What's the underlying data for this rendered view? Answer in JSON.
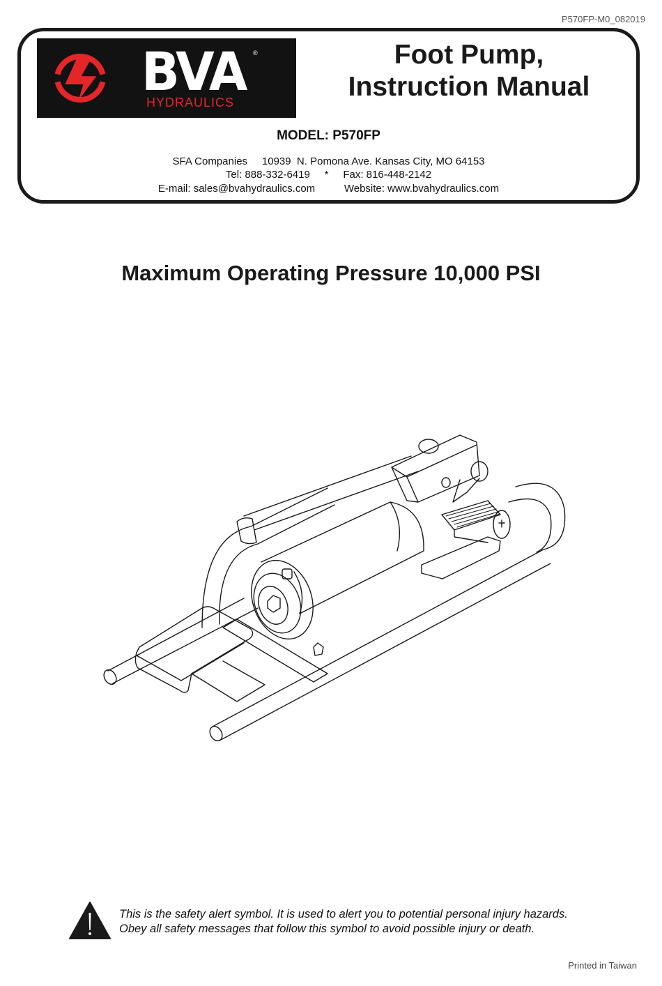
{
  "document": {
    "code": "P570FP-M0_082019",
    "footer": "Printed in Taiwan"
  },
  "logo": {
    "brand": "BVA",
    "registered_mark": "®",
    "subtitle": "HYDRAULICS",
    "icon": "lightning-bolt-circle-icon",
    "colors": {
      "background": "#121212",
      "accent": "#e4262a",
      "text": "#ffffff"
    }
  },
  "header": {
    "title_line1": "Foot Pump,",
    "title_line2": "Instruction Manual",
    "model": "MODEL: P570FP",
    "contact": {
      "line1": "SFA Companies     10939  N. Pomona Ave. Kansas City, MO 64153",
      "line2": "Tel: 888-332-6419     *     Fax: 816-448-2142",
      "line3": "E-mail: sales@bvahydraulics.com          Website: www.bvahydraulics.com"
    }
  },
  "main": {
    "max_pressure": "Maximum Operating Pressure 10,000 PSI",
    "illustration": "foot-pump-line-drawing"
  },
  "safety": {
    "icon": "warning-triangle-icon",
    "line1": "This is the safety alert symbol. It is used to alert you to potential personal injury hazards.",
    "line2": "Obey all safety messages that follow this symbol to avoid possible injury or death."
  }
}
